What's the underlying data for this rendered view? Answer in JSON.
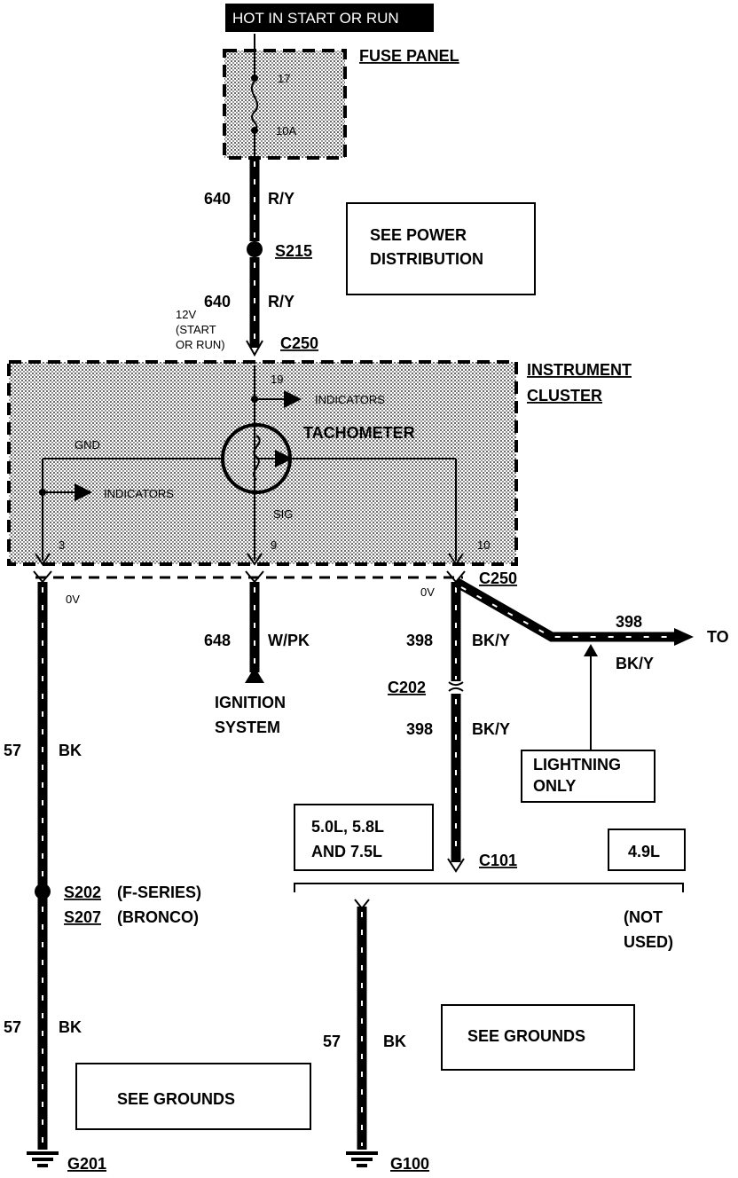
{
  "header": {
    "banner": "HOT IN START OR RUN"
  },
  "fuse_panel": {
    "label": "FUSE PANEL",
    "fuse_number": "17",
    "fuse_rating": "10A"
  },
  "wires": {
    "top": {
      "circuit": "640",
      "color": "R/Y"
    },
    "mid": {
      "circuit": "640",
      "color": "R/Y"
    },
    "signal": {
      "circuit": "648",
      "color": "W/PK"
    },
    "right_upper": {
      "circuit": "398",
      "color": "BK/Y"
    },
    "right_lower": {
      "circuit": "398",
      "color": "BK/Y"
    },
    "to_branch": {
      "circuit": "398",
      "color": "BK/Y",
      "to": "TO"
    },
    "left_upper": {
      "circuit": "57",
      "color": "BK"
    },
    "left_lower": {
      "circuit": "57",
      "color": "BK"
    },
    "center_ground": {
      "circuit": "57",
      "color": "BK"
    }
  },
  "splices": {
    "s215": "S215",
    "s202": "S202",
    "s202_note": "(F-SERIES)",
    "s207": "S207",
    "s207_note": "(BRONCO)"
  },
  "connectors": {
    "c250_top": "C250",
    "c250_bottom": "C250",
    "c202": "C202",
    "c101": "C101"
  },
  "voltage": {
    "line1": "12V",
    "line2": "(START",
    "line3": "OR RUN)",
    "zero_left": "0V",
    "zero_right": "0V"
  },
  "cluster": {
    "label_line1": "INSTRUMENT",
    "label_line2": "CLUSTER",
    "tachometer": "TACHOMETER",
    "indicators_top": "INDICATORS",
    "indicators_left": "INDICATORS",
    "gnd": "GND",
    "sig": "SIG",
    "pins": {
      "p19": "19",
      "p3": "3",
      "p9": "9",
      "p10": "10"
    }
  },
  "notes": {
    "power_distribution_1": "SEE POWER",
    "power_distribution_2": "DISTRIBUTION",
    "ignition_1": "IGNITION",
    "ignition_2": "SYSTEM",
    "lightning_1": "LIGHTNING",
    "lightning_2": "ONLY",
    "engines_1": "5.0L, 5.8L",
    "engines_2": "AND 7.5L",
    "engine_49": "4.9L",
    "not_used_1": "(NOT",
    "not_used_2": "USED)",
    "see_grounds_left": "SEE GROUNDS",
    "see_grounds_right": "SEE GROUNDS"
  },
  "grounds": {
    "g201": "G201",
    "g100": "G100"
  }
}
